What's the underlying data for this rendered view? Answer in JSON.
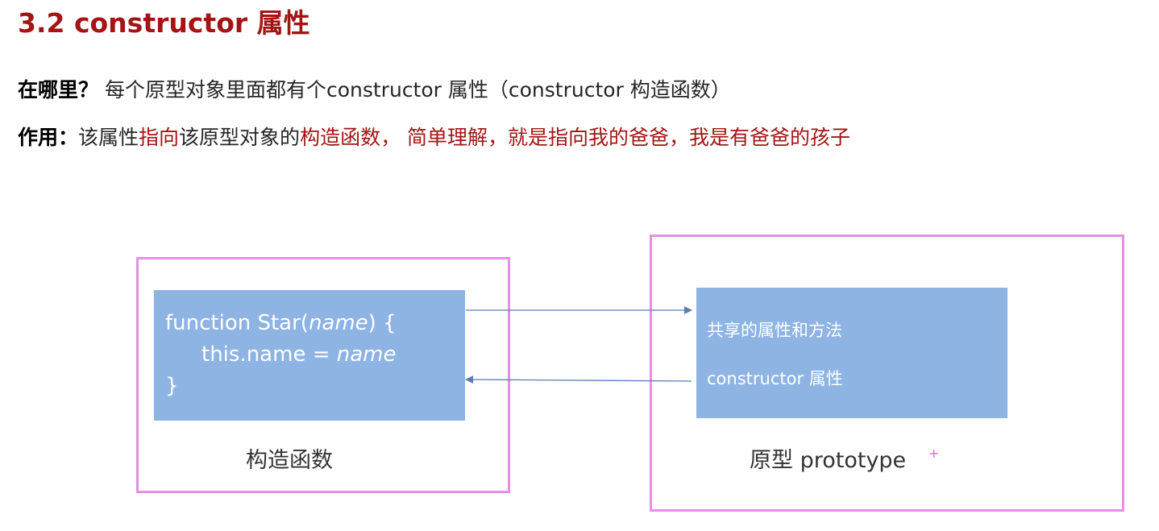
{
  "title": "3.2 constructor 属性",
  "where": {
    "label": "在哪里？",
    "text": " 每个原型对象里面都有个constructor 属性（constructor 构造函数）"
  },
  "usage": {
    "label": "作用：",
    "parts": [
      "该属性",
      "指向",
      "该原型对象的",
      "构造函数， 简单理解，就是指向我的爸爸，我是有爸爸的孩子"
    ]
  },
  "diagram": {
    "code": {
      "line1_a": "function Star(",
      "line1_param": "name",
      "line1_b": ") {",
      "line2_a": "this.name = ",
      "line2_param": "name",
      "line3": "}"
    },
    "constructor_caption": "构造函数",
    "prototype_box": {
      "shared": "共享的属性和方法",
      "constructor_prop": "constructor 属性"
    },
    "prototype_caption": "原型 prototype",
    "plus_mark": "+"
  },
  "colors": {
    "accent_red": "#a31515",
    "frame": "#e58fe5",
    "box": "#8eb4e3",
    "arrow": "#5b7fb5"
  }
}
